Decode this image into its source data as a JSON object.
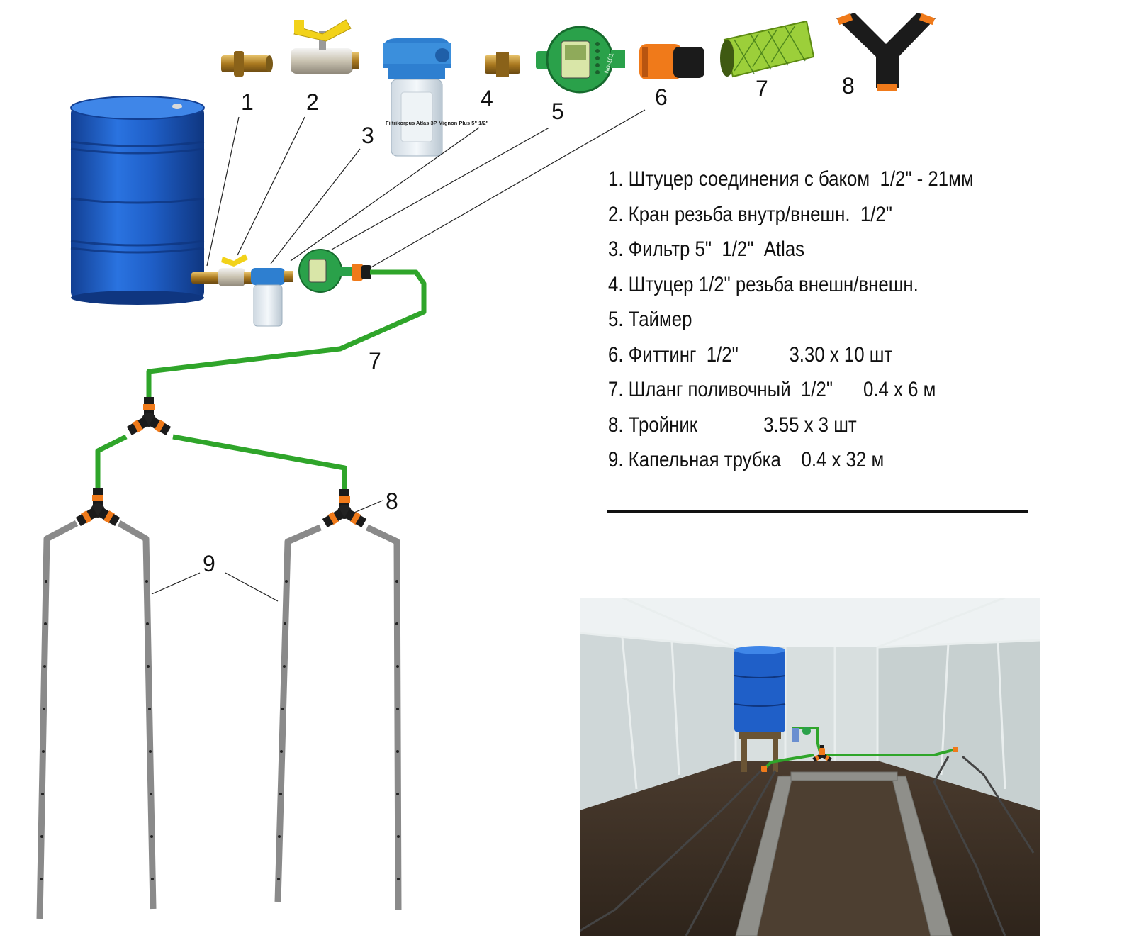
{
  "legend": {
    "items": [
      "1. Штуцер соединения с баком  1/2\" - 21мм",
      "2. Кран резьба внутр/внешн.  1/2\"",
      "3. Фильтр 5\"  1/2\"  Atlas",
      "4. Штуцер 1/2\" резьба внешн/внешн.",
      "5. Таймер",
      "6. Фиттинг  1/2\"          3.30 х 10 шт",
      "7. Шланг поливочный  1/2\"      0.4 х 6 м",
      "8. Тройник             3.55 х 3 шт",
      "9. Капельная трубка    0.4 х 32 м"
    ]
  },
  "callouts": {
    "n1": "1",
    "n2": "2",
    "n3": "3",
    "n4": "4",
    "n5": "5",
    "n6": "6",
    "n7a": "7",
    "n7b": "7",
    "n8a": "8",
    "n8b": "8",
    "n9": "9"
  },
  "filter_label": "Filtrikorpus Atlas 3P Mignon Plus 5\" 1/2\"",
  "timer_label": "No-101",
  "colors": {
    "barrel_blue": "#1f5fc8",
    "hose_green": "#2fa52a",
    "fitting_orange": "#f07a1a",
    "drip_gray": "#8a8a8a",
    "brass": "#b98a2e",
    "valve_yellow": "#f2d21a"
  },
  "icons": [
    "barrel-icon",
    "tank-connector-icon",
    "ball-valve-icon",
    "filter-icon",
    "nipple-icon",
    "timer-icon",
    "hose-fitting-icon",
    "hose-icon",
    "tee-connector-icon"
  ]
}
